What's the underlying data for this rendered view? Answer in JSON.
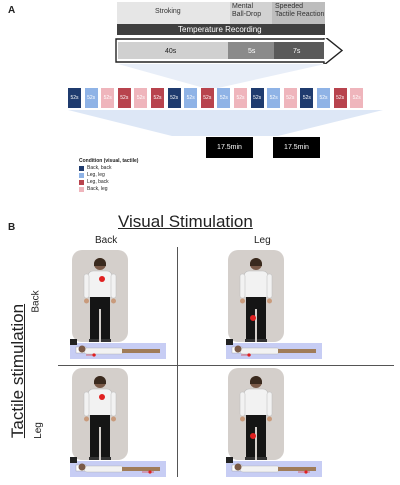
{
  "panel_a": {
    "letter": "A",
    "phases": {
      "stroking": "Stroking",
      "mental": "Mental\nBall-Drop",
      "speeded": "Speeded\nTactile Reaction"
    },
    "temperature_label": "Temperature Recording",
    "timeline": {
      "t1": "40s",
      "t2": "5s",
      "t3": "7s"
    },
    "block_label": "52s",
    "blocks": [
      "back-back",
      "leg-leg",
      "back-leg",
      "leg-back",
      "back-leg",
      "leg-back",
      "back-back",
      "leg-leg",
      "leg-back",
      "leg-leg",
      "back-leg",
      "back-back",
      "leg-leg",
      "back-leg",
      "back-back",
      "leg-leg",
      "leg-back",
      "back-leg"
    ],
    "run_labels": [
      "17.5min",
      "17.5min"
    ],
    "legend": {
      "title": "Condition (visual, tactile)",
      "items": [
        {
          "key": "back-back",
          "label": "Back, back",
          "color": "#1f3b6e"
        },
        {
          "key": "leg-leg",
          "label": "Leg, leg",
          "color": "#8fb3e6"
        },
        {
          "key": "leg-back",
          "label": "Leg, back",
          "color": "#b8434d"
        },
        {
          "key": "back-leg",
          "label": "Back, leg",
          "color": "#efb5bc"
        }
      ]
    }
  },
  "panel_b": {
    "letter": "B",
    "title": "Visual Stimulation",
    "col_back": "Back",
    "col_leg": "Leg",
    "row_axis": "Tactile stimulation",
    "row_back": "Back",
    "row_leg": "Leg"
  },
  "colors": {
    "gray_bar": "#e6e6e6",
    "dark_bar": "#3f3f3f",
    "mid_gray": "#8a8a8a",
    "light_gray": "#bdbdbd",
    "fan": "#dde7f6",
    "dot": "#e02020"
  }
}
